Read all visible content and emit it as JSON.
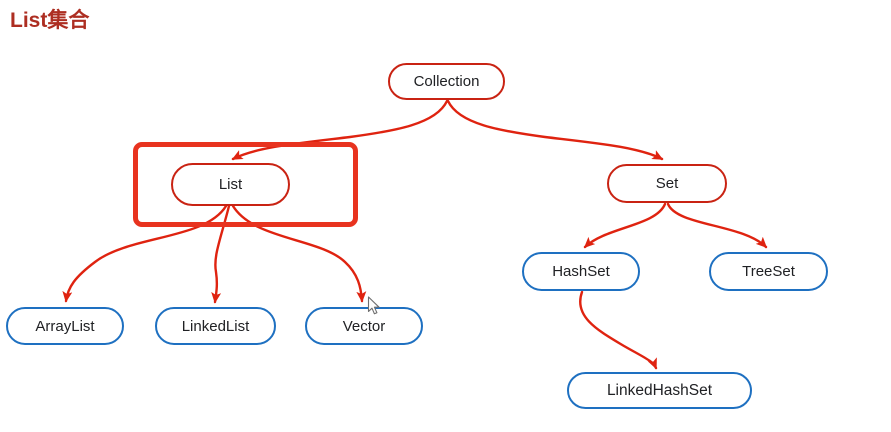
{
  "title": "List集合",
  "colors": {
    "background": "#ffffff",
    "edge_red": "#df2310",
    "highlight_red": "#e8331f",
    "node_red_border": "#c92313",
    "node_blue_border": "#1e70c1",
    "title_color": "#ad2e22",
    "node_text": "#202124"
  },
  "diagram": {
    "nodes": {
      "collection": {
        "label": "Collection",
        "color": "red"
      },
      "list": {
        "label": "List",
        "color": "red",
        "highlighted": true
      },
      "set": {
        "label": "Set",
        "color": "red"
      },
      "arraylist": {
        "label": "ArrayList",
        "color": "blue"
      },
      "linkedlist": {
        "label": "LinkedList",
        "color": "blue"
      },
      "vector": {
        "label": "Vector",
        "color": "blue"
      },
      "hashset": {
        "label": "HashSet",
        "color": "blue"
      },
      "treeset": {
        "label": "TreeSet",
        "color": "blue"
      },
      "linkedhashset": {
        "label": "LinkedHashSet",
        "color": "blue"
      }
    },
    "edges": [
      {
        "from": "Collection",
        "to": "List"
      },
      {
        "from": "Collection",
        "to": "Set"
      },
      {
        "from": "List",
        "to": "ArrayList"
      },
      {
        "from": "List",
        "to": "LinkedList"
      },
      {
        "from": "List",
        "to": "Vector"
      },
      {
        "from": "Set",
        "to": "HashSet"
      },
      {
        "from": "Set",
        "to": "TreeSet"
      },
      {
        "from": "HashSet",
        "to": "LinkedHashSet"
      }
    ]
  },
  "cursor": {
    "type": "arrow-pointer"
  }
}
